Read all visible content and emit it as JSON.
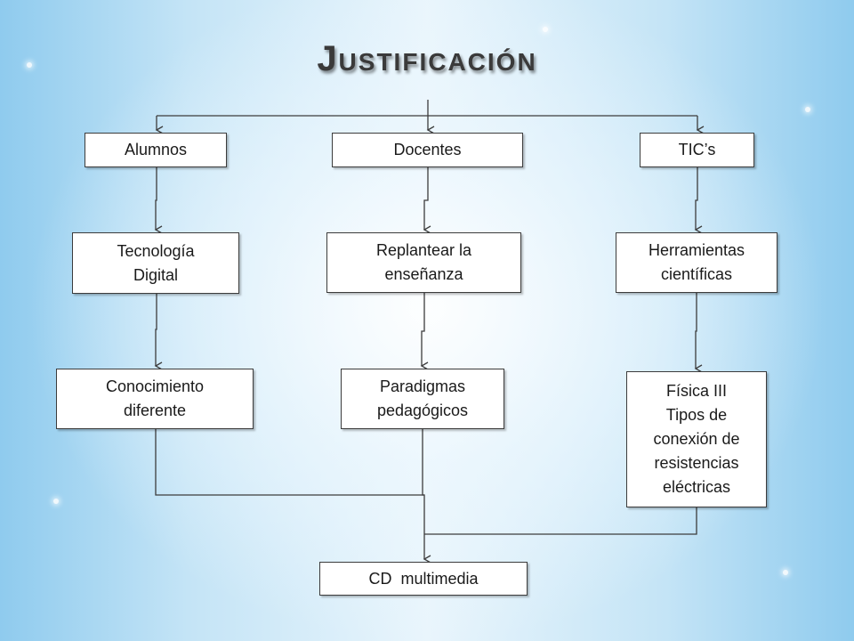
{
  "title": "Justificación",
  "nodes": {
    "alumnos": "Alumnos",
    "docentes": "Docentes",
    "tics": "TIC’s",
    "tecnologia": "Tecnología\nDigital",
    "replantear": "Replantear la\nenseñanza",
    "herramientas": "Herramientas\ncientíficas",
    "conocimiento": "Conocimiento\ndiferente",
    "paradigmas": "Paradigmas\npedagógicos",
    "fisica": "Física III\nTipos de\nconexión de\nresistencias\neléctricas",
    "cd": "CD  multimedia"
  },
  "colors": {
    "line": "#3c3c3c",
    "box_fill": "#ffffff",
    "title": "#3a3a3a"
  }
}
